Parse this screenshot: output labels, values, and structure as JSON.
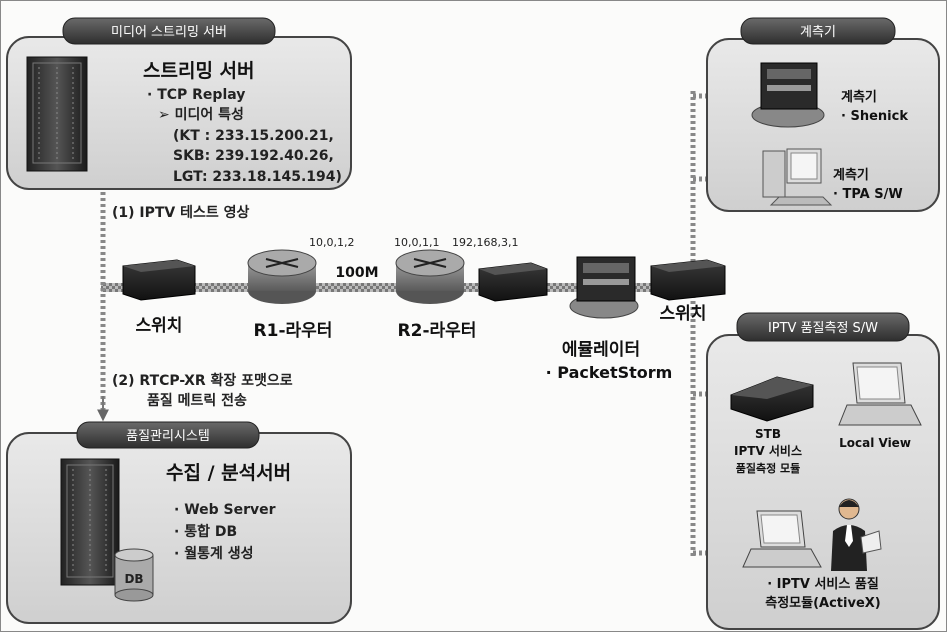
{
  "media_server": {
    "tab": "미디어 스트리밍 서버",
    "title": "스트리밍 서버",
    "lines": [
      "· TCP Replay",
      "➢ 미디어 특성",
      "(KT : 233.15.200.21,",
      "SKB: 239.192.40.26,",
      "LGT: 233.18.145.194)"
    ]
  },
  "quality_system": {
    "tab": "품질관리시스템",
    "title": "수집 / 분석서버",
    "lines": [
      "· Web Server",
      "· 통합 DB",
      "· 월통계 생성"
    ],
    "db_label": "DB"
  },
  "meter": {
    "tab": "계측기",
    "item1": [
      "계측기",
      "· Shenick"
    ],
    "item2": [
      "계측기",
      "· TPA S/W"
    ]
  },
  "iptv_sw": {
    "tab": "IPTV 품질측정 S/W",
    "stb": [
      "STB",
      "IPTV 서비스",
      "품질측정 모듈"
    ],
    "local_view": "Local View",
    "activex": [
      "· IPTV 서비스 품질",
      "측정모듈(ActiveX)"
    ]
  },
  "flows": {
    "flow1": "(1) IPTV 테스트 영상",
    "flow2": [
      "(2) RTCP-XR 확장 포맷으로",
      "품질 메트릭 전송"
    ]
  },
  "network": {
    "switch_left": "스위치",
    "r1": "R1-라우터",
    "r2": "R2-라우터",
    "ip_r1": "10,0,1,2",
    "ip_r2_left": "10,0,1,1",
    "ip_r2_right": "192,168,3,1",
    "link": "100M",
    "emulator": [
      "에뮬레이터",
      "· PacketStorm"
    ],
    "switch_right": "스위치"
  }
}
